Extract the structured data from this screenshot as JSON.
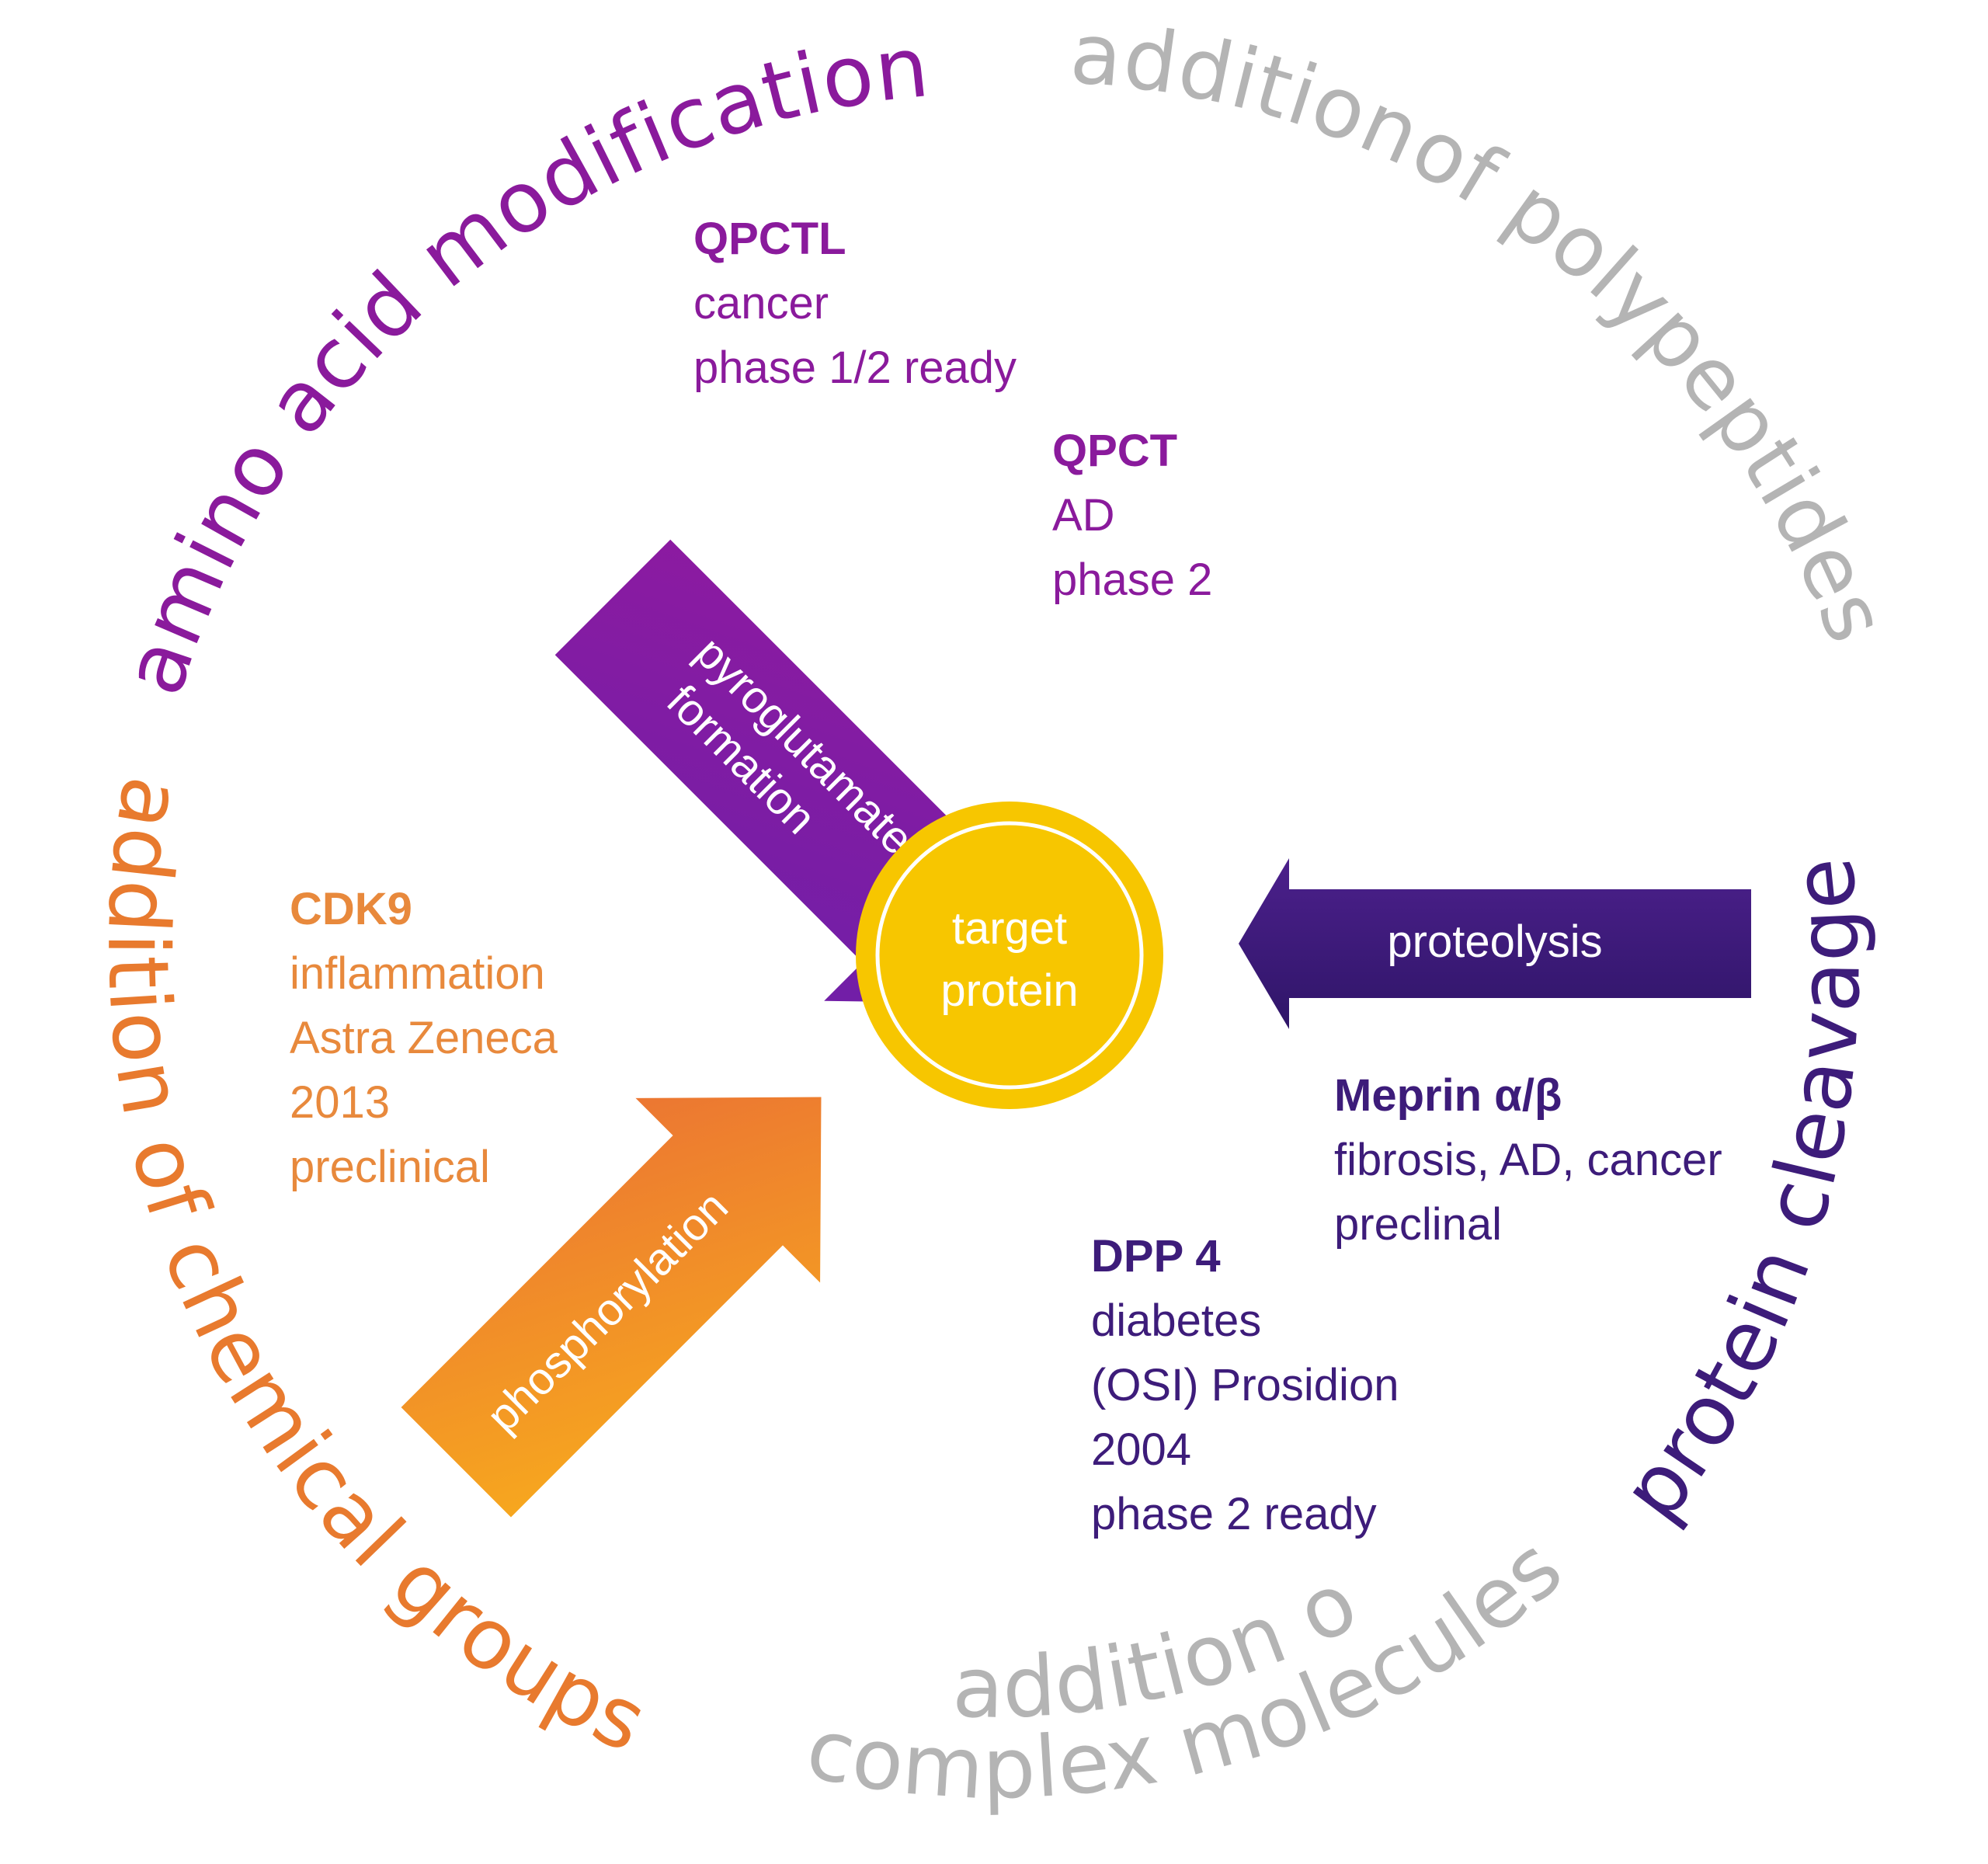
{
  "colors": {
    "purple": "#8a1a9c",
    "orange": "#e87a2e",
    "indigo": "#3d1c7a",
    "gray": "#b4b4b4",
    "yellow": "#f7c600"
  },
  "arc_labels": {
    "amino": "amino acid modification",
    "polypeptides_1": "addition",
    "polypeptides_2": "of polypeptides",
    "chemical": "addition of chemical groups",
    "cleavage": "protein cleavage",
    "complex_1": "addition of",
    "complex_2": "complex molecules"
  },
  "center": {
    "line1": "target",
    "line2": "protein"
  },
  "arrows": {
    "pyro_line1": "pyroglutamate",
    "pyro_line2": "formation",
    "phosphorylation": "phosphorylation",
    "proteolysis": "proteolysis"
  },
  "blocks": {
    "qpctl": {
      "title": "QPCTL",
      "lines": [
        "cancer",
        "phase 1/2 ready"
      ]
    },
    "qpct": {
      "title": "QPCT",
      "lines": [
        "AD",
        "phase 2"
      ]
    },
    "cdk9": {
      "title": "CDK9",
      "lines": [
        "inflammation",
        "Astra Zeneca",
        "2013",
        "preclinical"
      ]
    },
    "meprin": {
      "title": "Meprin α/β",
      "lines": [
        "fibrosis, AD, cancer",
        "preclinal"
      ]
    },
    "dpp4": {
      "title": "DPP 4",
      "lines": [
        "diabetes",
        "(OSI) Prosidion",
        "2004",
        "phase 2 ready"
      ]
    }
  }
}
